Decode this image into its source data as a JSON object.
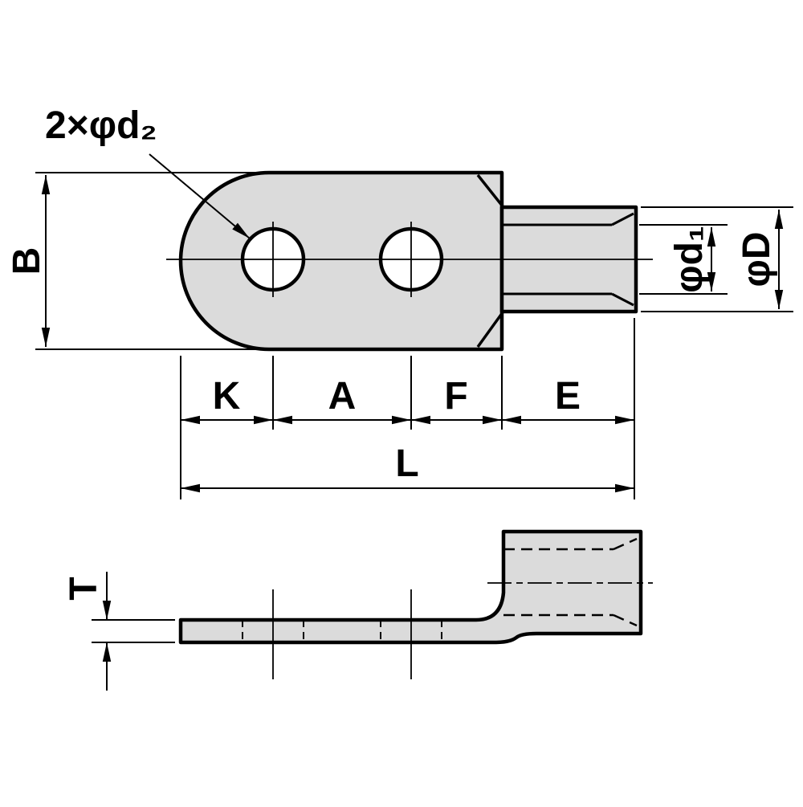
{
  "diagram": {
    "labels": {
      "hole_callout": "2×φd₂",
      "B": "B",
      "K": "K",
      "A": "A",
      "F": "F",
      "E": "E",
      "L": "L",
      "d1": "φd₁",
      "D": "φD",
      "T": "T"
    },
    "colors": {
      "part_fill": "#dbdbdb",
      "hole_fill": "#ffffff",
      "line": "#000000",
      "background": "#ffffff"
    }
  }
}
